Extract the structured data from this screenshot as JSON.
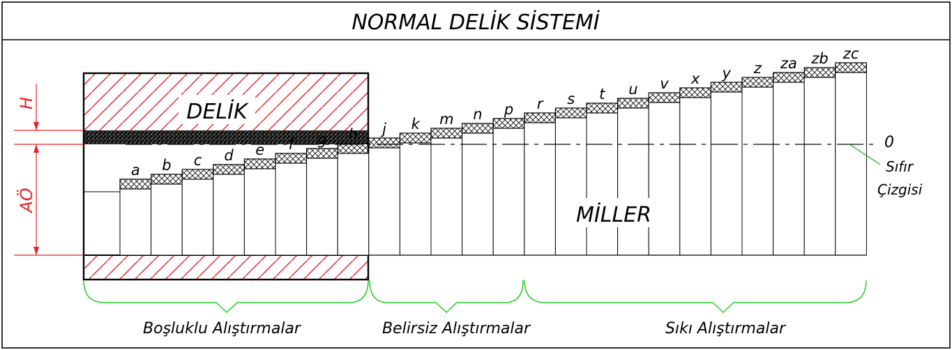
{
  "title": "NORMAL DELİK SİSTEMİ",
  "hole_label": "DELİK",
  "shaft_label": "MİLLER",
  "dim_upper_label": "H",
  "dim_lower_label": "AÖ",
  "zero_line_label": "0",
  "zero_line_caption": [
    "Sıfır",
    "Çizgisi"
  ],
  "colors": {
    "hatch_red": "#e8202a",
    "group_brace_green": "#22cc22",
    "line_black": "#000000",
    "leader_green": "#22aa22"
  },
  "groups": [
    {
      "name": "Boşluklu Alıştırmalar",
      "letters": [
        "a",
        "b",
        "c",
        "d",
        "e",
        "f",
        "g",
        "h"
      ]
    },
    {
      "name": "Belirsiz Alıştırmalar",
      "letters": [
        "j",
        "k",
        "m",
        "n",
        "p"
      ]
    },
    {
      "name": "Sıkı Alıştırmalar",
      "letters": [
        "r",
        "s",
        "t",
        "u",
        "v",
        "x",
        "y",
        "z",
        "za",
        "zb",
        "zc"
      ]
    }
  ]
}
